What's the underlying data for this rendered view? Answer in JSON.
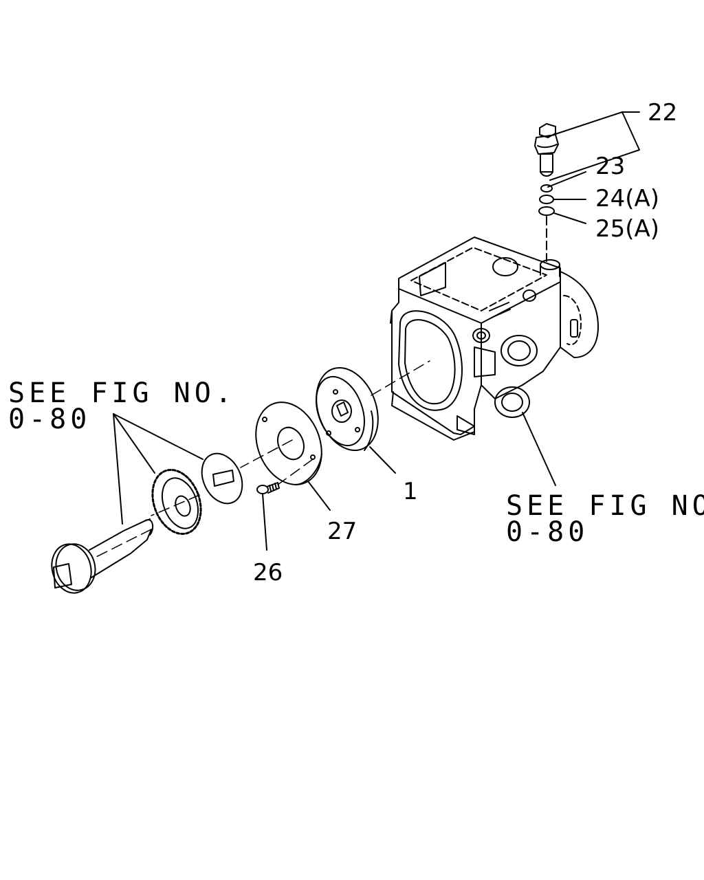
{
  "callouts": {
    "p22": "22",
    "p23": "23",
    "p24": "24(A)",
    "p25": "25(A)",
    "p1": "1",
    "p27": "27",
    "p26": "26"
  },
  "references": {
    "left_line1": "SEE FIG NO.",
    "left_line2": "0-80",
    "right_line1": "SEE FIG NO.",
    "right_line2": "0-80"
  }
}
